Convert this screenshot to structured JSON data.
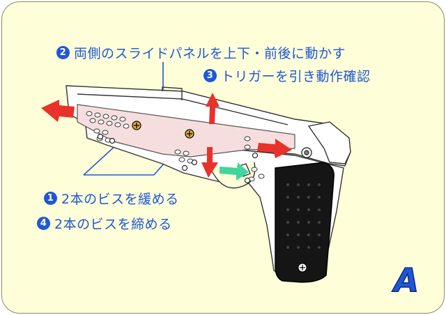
{
  "captions": [
    {
      "num": "2",
      "text": "両側のスライドパネルを上下・前後に動かす"
    },
    {
      "num": "3",
      "text": "トリガーを引き動作確認"
    },
    {
      "num": "1",
      "text": "2本のビスを緩める"
    },
    {
      "num": "4",
      "text": "2本のビスを締める"
    }
  ],
  "figure_label": "A",
  "colors": {
    "background": "#fefed8",
    "caption": "#1f57d6",
    "panel": "#f7dede",
    "arrow_red": "#e8322a",
    "arrow_green": "#3fd6a0",
    "screw_gold": "#e0a93a"
  }
}
